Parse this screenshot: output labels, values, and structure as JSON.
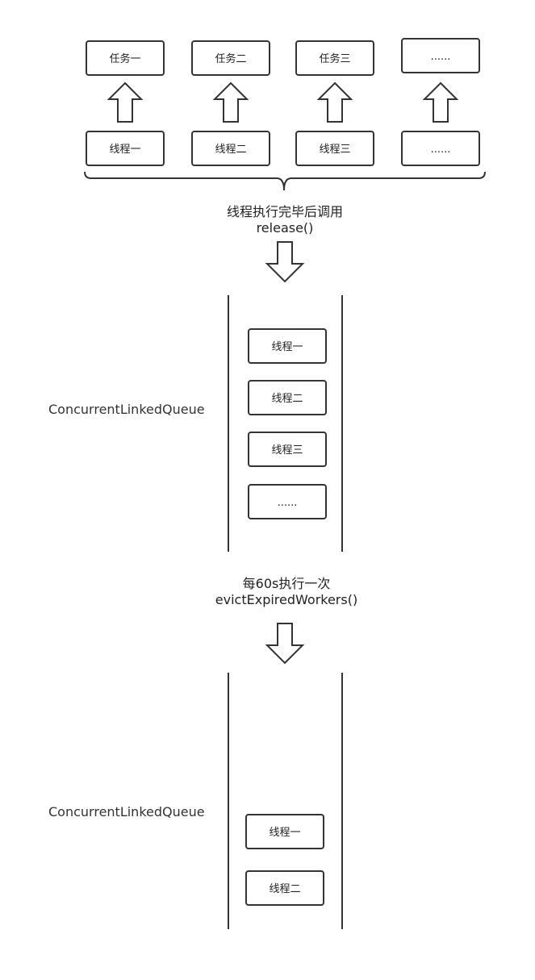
{
  "tasks": [
    "任务一",
    "任务二",
    "任务三",
    "......"
  ],
  "threads": [
    "线程一",
    "线程二",
    "线程三",
    "......"
  ],
  "step1": {
    "line1": "线程执行完毕后调用",
    "line2": "release()"
  },
  "queue1": {
    "label": "ConcurrentLinkedQueue",
    "items": [
      "线程一",
      "线程二",
      "线程三",
      "......"
    ]
  },
  "step2": {
    "line1": "每60s执行一次",
    "line2": "evictExpiredWorkers()"
  },
  "queue2": {
    "label": "ConcurrentLinkedQueue",
    "items": [
      "线程一",
      "线程二"
    ]
  }
}
